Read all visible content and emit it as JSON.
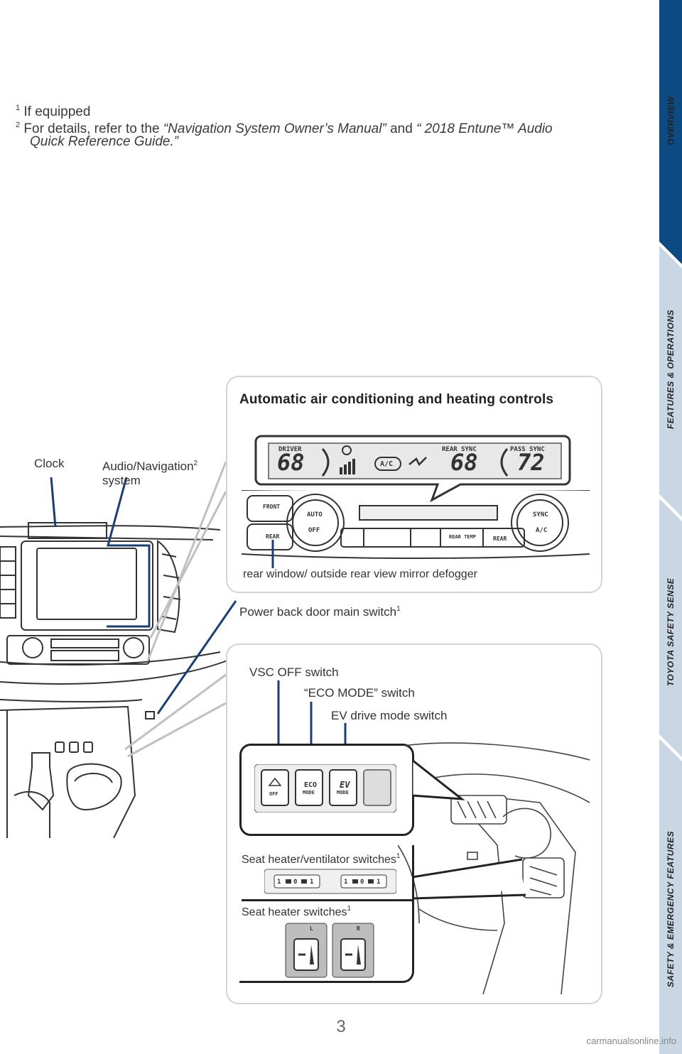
{
  "footnotes": {
    "note1_mark": "1",
    "note1_text": "If equipped",
    "note2_mark": "2",
    "note2_pre": "For details, refer to the ",
    "note2_ref1": "“Navigation System Owner’s Manual”",
    "note2_mid": " and ",
    "note2_ref2": "“ 2018 Entune™ Audio",
    "note2_ref2_cont": "Quick Reference Guide.”"
  },
  "side_tabs": [
    "OVERVIEW",
    "FEATURES & OPERATIONS",
    "TOYOTA SAFETY SENSE",
    "SAFETY & EMERGENCY FEATURES"
  ],
  "colors": {
    "active_tab": "#0b4a82",
    "inactive_tab": "#c9d6e4",
    "callout_line": "#1a3f78"
  },
  "dash_labels": {
    "clock": "Clock",
    "audio_nav": "Audio/Navigation",
    "audio_nav_sup": "2",
    "audio_nav_line2": "system",
    "power_back_door": "Power back door main switch",
    "power_back_door_sup": "1"
  },
  "climate_panel": {
    "title": "Automatic air conditioning and heating controls",
    "lcd": {
      "driver_label": "DRIVER",
      "rear_sync": "REAR SYNC",
      "pass_sync": "PASS SYNC",
      "driver_temp": "68",
      "rear_temp": "68",
      "pass_temp": "72",
      "ac": "A/C"
    },
    "buttons": {
      "front": "FRONT",
      "rear_def": "REAR",
      "auto": "AUTO",
      "off": "OFF",
      "sync": "SYNC",
      "ac": "A/C",
      "rear_temp": "REAR TEMP",
      "rear": "REAR"
    },
    "caption": "rear window/ outside rear view mirror defogger"
  },
  "console_panel": {
    "vsc": "VSC OFF switch",
    "eco": "“ECO MODE” switch",
    "ev": "EV drive mode switch",
    "switch_eco_1": "ECO",
    "switch_eco_2": "MODE",
    "switch_ev_1": "EV",
    "switch_ev_2": "MODE",
    "switch_vsc": "OFF",
    "seat_vent": "Seat heater/ventilator switches",
    "seat_vent_sup": "1",
    "seat_heater": "Seat heater switches",
    "seat_heater_sup": "1",
    "vent_digits": [
      "1",
      "0",
      "1",
      "1",
      "0",
      "1"
    ],
    "heater_letters": [
      "L",
      "R"
    ]
  },
  "page_number": "3",
  "watermark": "carmanualsonline.info"
}
